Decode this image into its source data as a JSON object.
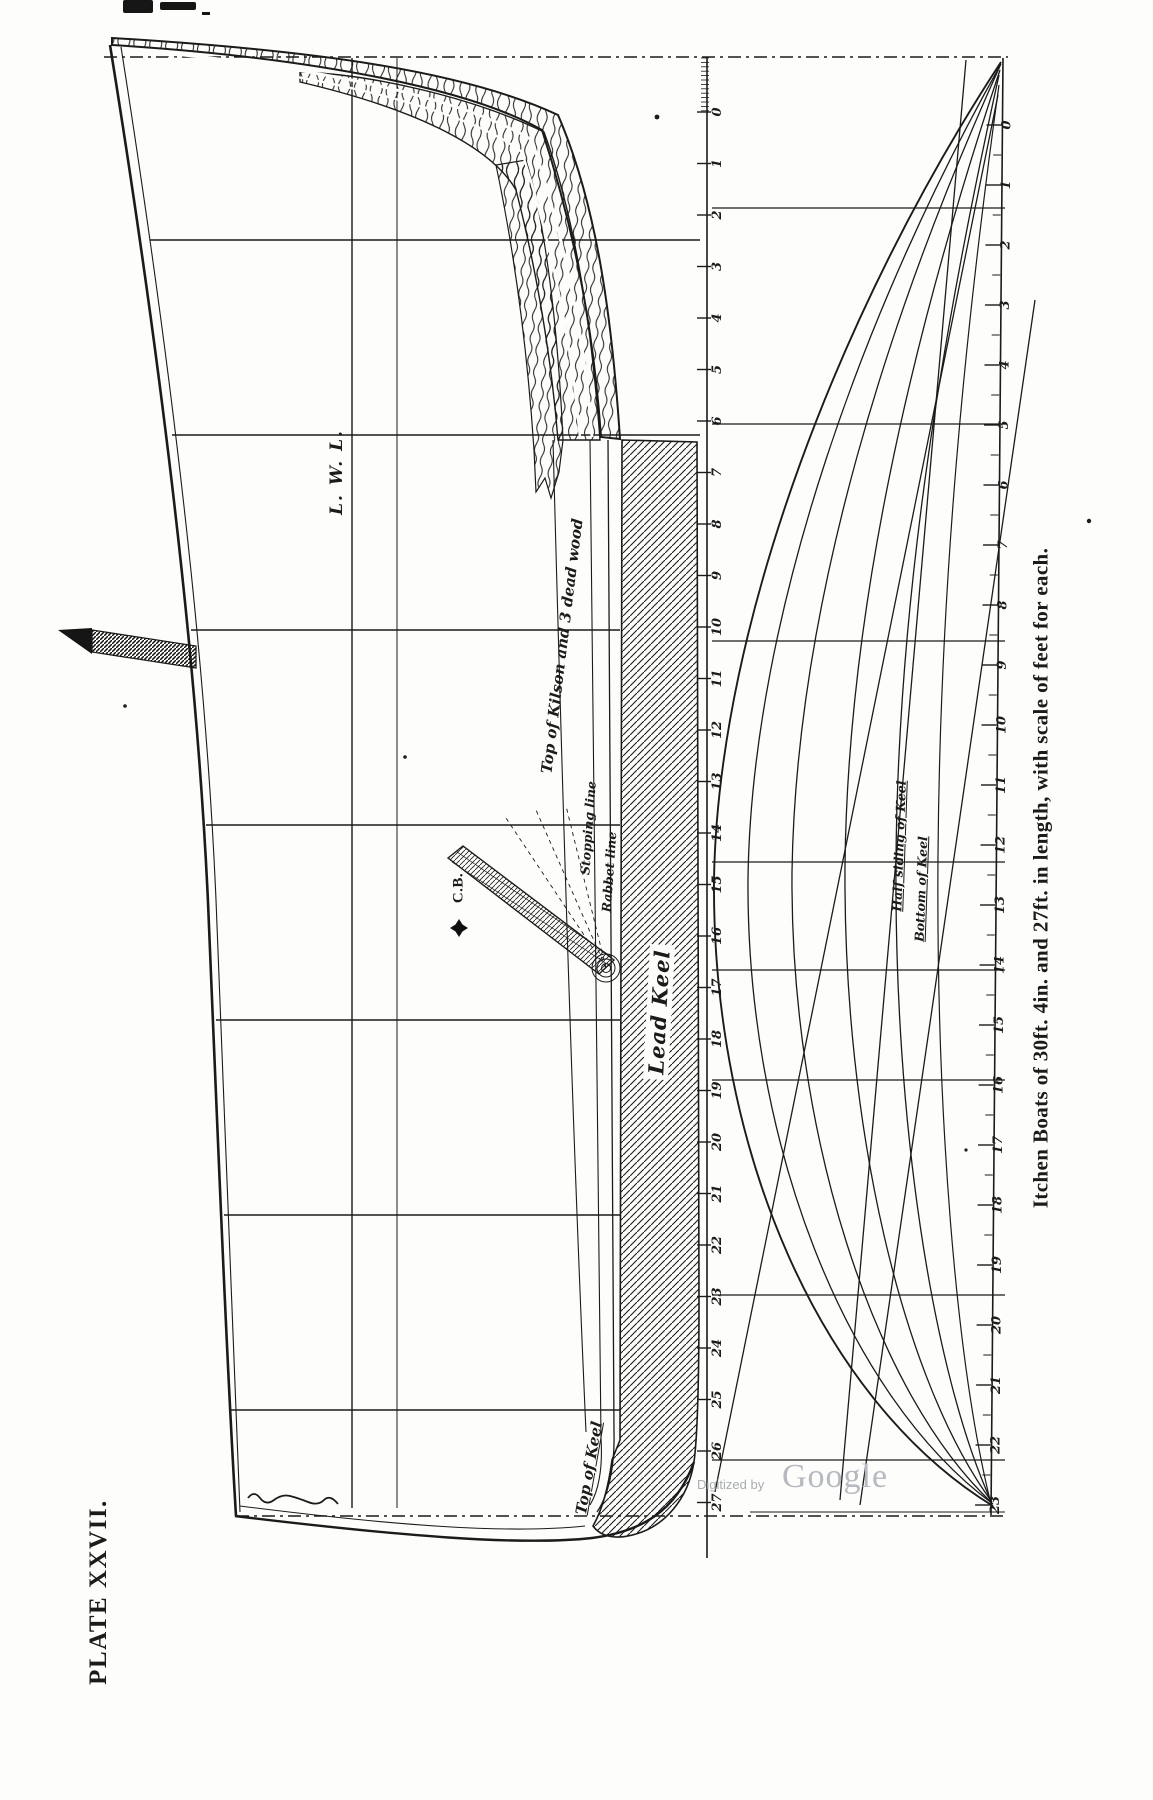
{
  "page": {
    "plate_label": "PLATE XXVII.",
    "caption": "Itchen Boats of 30ft. 4in. and 27ft. in length, with scale of feet for each."
  },
  "drawing_labels": {
    "lwl": "L. W. L.",
    "cb": "C.B.",
    "kilson": "Top of Kilson and 3 dead wood",
    "stopping_line": "Stopping line",
    "rabbet_line": "Rabbet line",
    "lead_keel": "Lead Keel",
    "top_of_keel": "Top of Keel",
    "half_siding_of_keel": "Half siding of Keel",
    "bottom_of_keel": "Bottom of Keel"
  },
  "scales": {
    "unit": "feet",
    "profile_scale_feet": [
      0,
      1,
      2,
      3,
      4,
      5,
      6,
      7,
      8,
      9,
      10,
      11,
      12,
      13,
      14,
      15,
      16,
      17,
      18,
      19,
      20,
      21,
      22,
      23,
      24,
      25,
      26,
      27
    ],
    "half_breadth_scale_feet": [
      0,
      1,
      2,
      3,
      4,
      5,
      6,
      7,
      8,
      9,
      10,
      11,
      12,
      13,
      14,
      15,
      16,
      17,
      18,
      19,
      20,
      21,
      22,
      23
    ]
  },
  "watermark": {
    "prefix": "Digitized by",
    "brand": "Google"
  },
  "colors": {
    "ink": "#1b1b1b",
    "paper": "#fdfdfb",
    "watermark_gray": "#b6bac0"
  }
}
